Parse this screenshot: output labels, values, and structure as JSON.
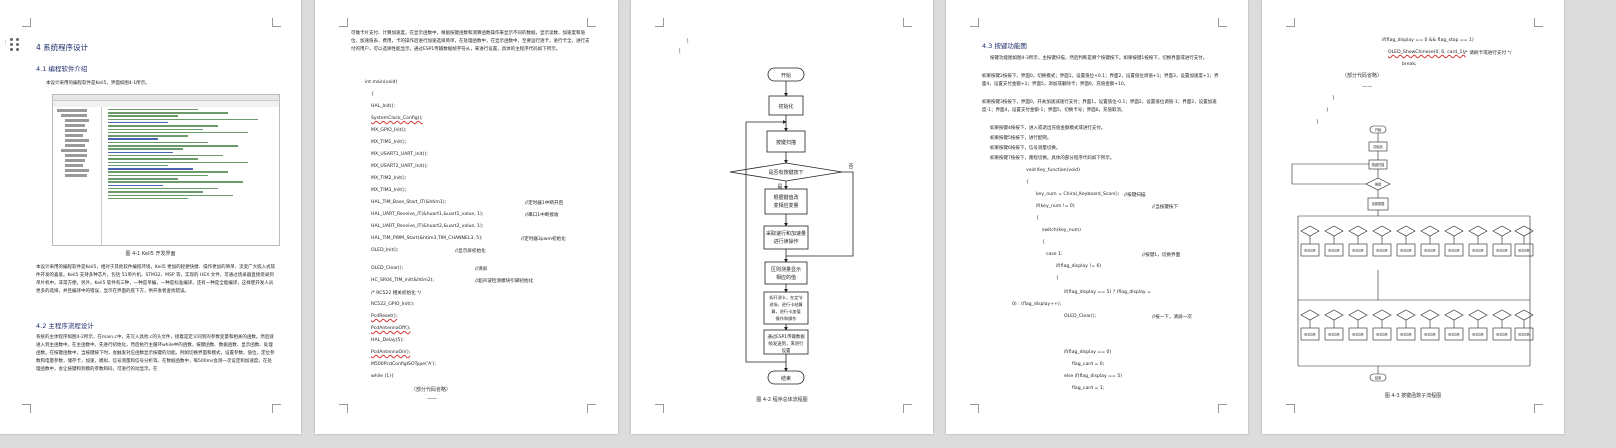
{
  "page1": {
    "h_chapter": "4 系统程序设计",
    "h_software": "4.1 编程软件介绍",
    "p_intro": "本设计采用的编程软件是Keil5，界面如图4-1所示。",
    "fig_caption": "图 4-1 Keil5 开发界面",
    "p_keil": "本设计采用的编程软件是Keil5，相对于其他软件编程环境，Keil5 更加的轻便快捷、操作更加的简单、流变广大嵌入式软件开发的喜爱。Keil5 支持多种芯片，包括 51单片机、STM32、MSP 等，实现的 HEX 文件，可通过烧录器直接烧录到单片机中。非常方便。另外，Keil5 软件有三种，一种是单编，一种是标准编译，还有一种是全能编译，这样使开发人员更多的选择，并且编译中的错误，显示在界面的底下方，供开发者查找错误。",
    "h_main": "4.2 主程序流程设计",
    "p_main": "系统的主体程序如图4-2所示，在main.c中，先写入具他.c的头文件，接着是定义同到的参数变量和相关的函数。然后就进入到主函数中。在主函数中，先进行初始化，然后执行主循环while中的函数，按键函数、数据函数、显示函数、处理函数。在按键函数中，当按键按下时，会触发对应函数显示按键的功能。例如切换界面和模式，设置参数，值位，定位参数和电量参数，储存卡，加速，模拟，信号测量和信号分析等。在数据函数中，每500ms会测一次设定和加速度，在处理函数中，会让按键和到模的参数和码，可进行的动显示。在"
  },
  "page2": {
    "p_top": "可做卡片支付、计算加速度。在显示函数中，根据按键函数和测算函数操作来显示不同的数据，显示读数、加速度和值位、加速值表，费用，卡的操作后进行加速选择简单，在处理函数中，在显示函数中，至要运行逐卡，进行卡全，进行支付的用户，可以选择性能显示，通过ESP1传输数据帧字符从，来进行设置，具体的主程序代码如下所示。",
    "code": [
      "int main(void)",
      "{",
      "HAL_Init();",
      "SystemClock_Config();",
      "MX_GPIO_Init();",
      "MX_TIM1_Init();",
      "MX_USART1_UART_Init();",
      "MX_USART2_UART_Init();",
      "MX_TIM2_Init();",
      "MX_TIM3_Init();",
      "HAL_TIM_Base_Start_IT(&htim1);",
      "HAL_UART_Receive_IT(&huart1,&uart1_value, 1);",
      "HAL_UART_Receive_IT(&huart2,&uart2_value, 1);",
      "HAL_TIM_PWM_Start(&htim3,TIM_CHANNEL3, 5);",
      "OLED_Init();",
      "",
      "OLED_Clear();",
      "HC_SR04_TIM_init(&htim2);",
      "/* RC522 相关初始化 */",
      "RC522_GPIO_Init();",
      "PcdReset();",
      "PcdAntennaOff();",
      "HAL_Delay(5);",
      "PcdAntennaOn();",
      "M500PcdConfigISOType('A');",
      "while (1){"
    ],
    "comments": [
      "//定时器1中断开启",
      "//串口1中断接收",
      "//定时器3pwm初始化",
      "//显示屏初始化",
      "//清屏",
      "//超声波检测模块引脚初始化"
    ],
    "omitted": "（部分代码省略）",
    "dash": "——"
  },
  "page3": {
    "flow": {
      "start": "开始",
      "init": "初始化",
      "scan": "按键扫描",
      "decision": "是否有按键按下",
      "no": "否",
      "yes": "是",
      "modify": [
        "根据键值改",
        "变相应变量"
      ],
      "accel": [
        "采取速行和加速量",
        "进行读操作"
      ],
      "display": [
        "区则测量显示",
        "相应的值"
      ],
      "pay": [
        "如开测卡，在定节",
        "进场，进行卡结算",
        "算，进行卡加值",
        "操作和操作"
      ],
      "wifi": [
        "通过ESP1传输数据",
        "帧发送到，来进行",
        "设置"
      ],
      "end": "结束"
    },
    "caption": "图 4-2 程序总体流程图"
  },
  "page4": {
    "h_key": "4.3 按键功能图",
    "paras": [
      "按键功能图如图4-3所示，主按键扫描，然后判断是哪个按键按下。如果按键1按按下，切换界面或进行支付。",
      "如果按键2按按下，界面0，切换模式；界面1，设置值位+0.1；界面2，设置值位调值+1；界面3，设置加速度+1；界面4，设置支付金额+1；界面5，添加或删除卡；界面6，充值金额+10。",
      "如果按键3按按下，界面0，开关加速减速行支付；界面1，设置值位-0.1；界面2，设置值位调值-1；界面2，设置加速度-1；界面4，设置支付金额-1；界面5，切换卡号；界面6，充值取消。",
      "如果按键4按按下，进入或退出充值金额模式或进行支付。",
      "如果按键5按按下，进行配网。",
      "如果按键6按按下，信号测量切换。",
      "如果按键7按按下，路程切换。具体的部分程序代码如下所示。"
    ],
    "code": [
      "void Key_function(void)",
      "{",
      "key_num = Chiral_Keyboard_Scan();",
      "if(key_num != 0)",
      "{",
      "switch(key_num)",
      "{",
      "case 1:",
      "if(flag_display != 6)",
      "{",
      "if(flag_display == 5) ? (flag_display =",
      "0) : (flag_display++);",
      "OLED_Clear();",
      "if(flag_display == 0)",
      "flag_card = 0;",
      "else if(flag_display == 5)",
      "flag_card = 1;"
    ],
    "comments": [
      "//按键扫描",
      "//当按键按下",
      "//按键1，切换界面",
      "//按一下，清屏一次"
    ]
  },
  "page5": {
    "code": [
      "if(flag_display == 0 && flag_stop == 1)",
      "OLED_ShowChinese(0, 6, card_1);",
      "break;"
    ],
    "code_comment": "/* 请刷卡或进行支付 */",
    "omitted": "（部分代码省略）",
    "dash": "——",
    "braces": [
      "}",
      "}",
      "}"
    ],
    "diag": {
      "start": "开始",
      "init": "初始化",
      "scan": "按键扫描",
      "decision": "按键",
      "set": "设置数据",
      "end": "结束",
      "box": "模式切换"
    },
    "caption": "图 4-3 按键函数子流程图"
  }
}
